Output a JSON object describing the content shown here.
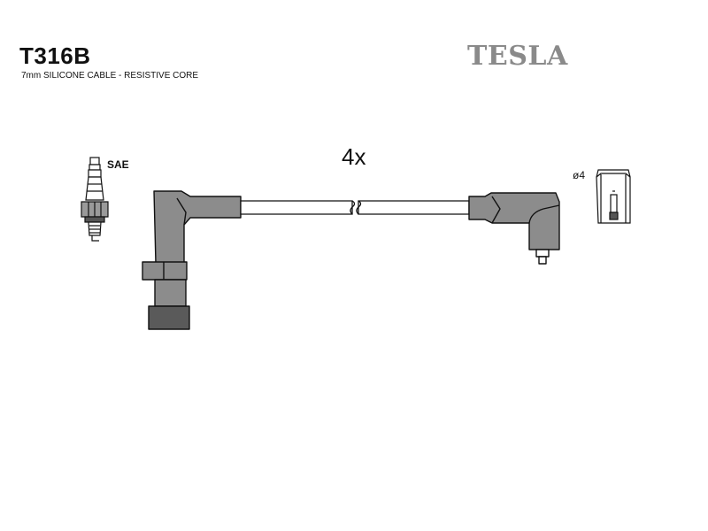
{
  "header": {
    "part_code": "T316B",
    "cable_spec": "7mm SILICONE CABLE - RESISTIVE CORE",
    "brand": "TESLA"
  },
  "diagram": {
    "quantity": "4x",
    "spark_plug_standard": "SAE",
    "terminal_diameter": "ø4"
  },
  "colors": {
    "boot_fill": "#8c8c8c",
    "line": "#111111",
    "brand_gray": "#8a8a8a"
  }
}
